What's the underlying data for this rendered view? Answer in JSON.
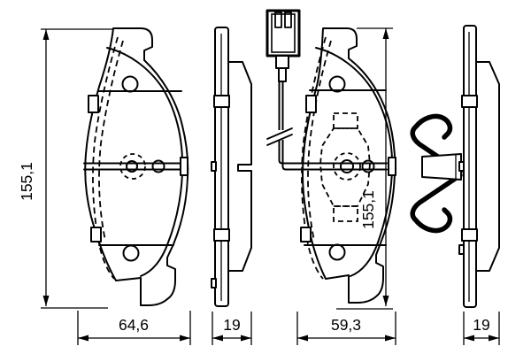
{
  "page": {
    "background": "#ffffff",
    "line_color": "#000000",
    "content": "technical drawing, brake pad set front and side views with wear sensor and accessory spring"
  },
  "views": {
    "outer_pad_front": {
      "height_label": "155,1",
      "width_label": "64,6"
    },
    "outer_pad_side": {
      "thickness_label": "19"
    },
    "sensor_pad_front": {
      "height_label": "155,1",
      "width_label": "59,3"
    },
    "sensor_pad_side": {
      "thickness_label": "19"
    }
  }
}
